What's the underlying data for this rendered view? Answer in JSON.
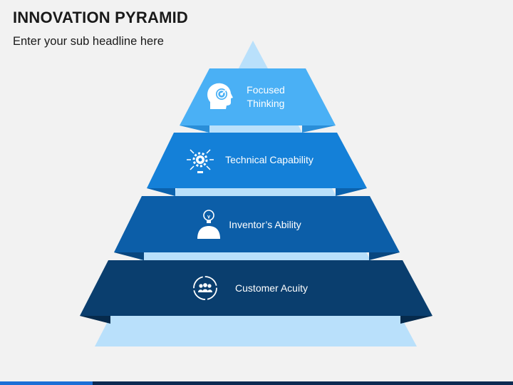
{
  "slide": {
    "title": "INNOVATION PYRAMID",
    "subtitle": "Enter your sub headline here"
  },
  "levels": [
    {
      "lines": [
        "Focused",
        "Thinking"
      ],
      "icon": "focused-head-icon"
    },
    {
      "lines": [
        "Technical Capability"
      ],
      "icon": "gear-network-icon"
    },
    {
      "lines": [
        "Inventor’s Ability"
      ],
      "icon": "lightbulb-person-icon"
    },
    {
      "lines": [
        "Customer Acuity"
      ],
      "icon": "customer-group-icon"
    }
  ],
  "colors": {
    "background": "#f2f2f2",
    "pyramid_light": "#b9e0fb",
    "level_1": "#4ab0f5",
    "level_2": "#1480d8",
    "level_3": "#0c5ea8",
    "level_4": "#0a3e6e",
    "fold_1": "#2a8ed8",
    "fold_2": "#0b62ad",
    "fold_3": "#08467f",
    "fold_4": "#062a4c",
    "bar_blue": "#1c6fd6",
    "bar_navy": "#0d2a52"
  }
}
